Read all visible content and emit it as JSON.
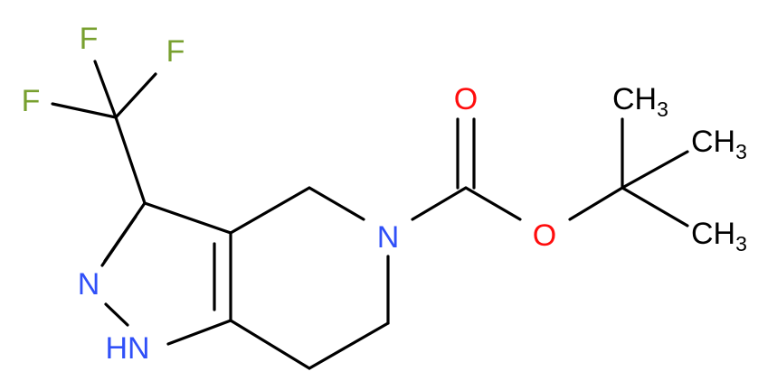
{
  "molecule": {
    "colors": {
      "carbon_bond": "#000000",
      "nitrogen": "#3050F8",
      "oxygen": "#FF0D0D",
      "fluorine": "#78A02F",
      "methyl": "#000000"
    },
    "atom_labels": {
      "f1": "F",
      "f2": "F",
      "f3": "F",
      "n2": "N",
      "n1h": "HN",
      "n5": "N",
      "o_carbonyl": "O",
      "o_ester": "O",
      "ch3_top_main": "CH",
      "ch3_top_sub": "3",
      "ch3_mid_main": "CH",
      "ch3_mid_sub": "3",
      "ch3_bot_main": "CH",
      "ch3_bot_sub": "3"
    }
  }
}
